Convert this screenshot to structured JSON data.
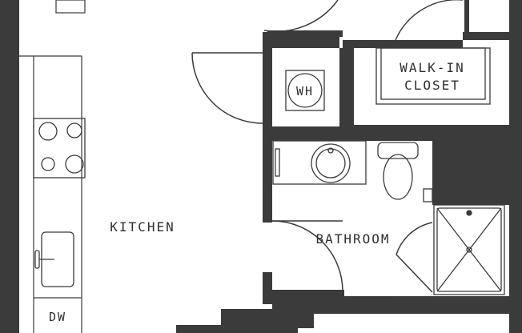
{
  "floor_plan": {
    "rooms": {
      "kitchen": "KITCHEN",
      "bathroom": "BATHROOM",
      "walk_in_closet_line1": "WALK-IN",
      "walk_in_closet_line2": "CLOSET"
    },
    "fixtures": {
      "water_heater": "WH",
      "dishwasher": "DW"
    },
    "colors": {
      "wall": "#3b3b3b",
      "line": "#3a3a3a",
      "background": "#ffffff"
    }
  }
}
